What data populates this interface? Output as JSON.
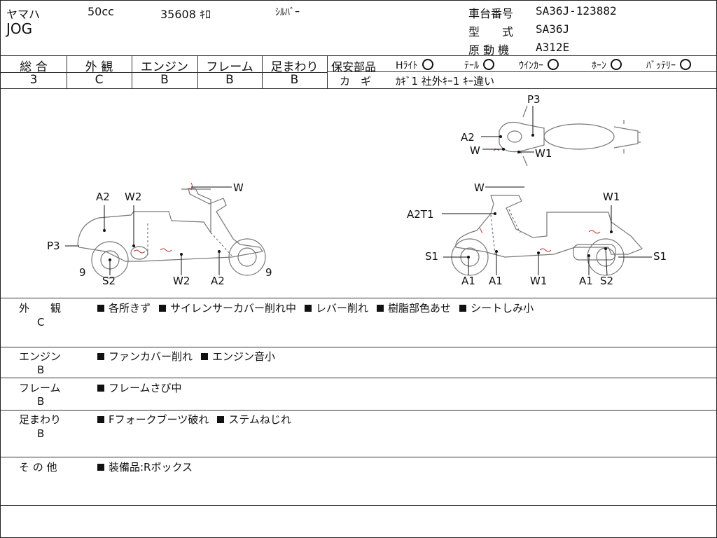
{
  "header": {
    "maker": "ヤマハ",
    "cc": "50cc",
    "mileage": "35608 ｷﾛ",
    "color": "ｼﾙﾊﾞｰ",
    "model": "JOG",
    "frame_no_label": "車台番号",
    "frame_no": "SA36J-123882",
    "type_label": "型　　式",
    "type": "SA36J",
    "engine_label": "原 動 機",
    "engine": "A312E"
  },
  "grades": {
    "overall_label": "総 合",
    "overall": "3",
    "exterior_label": "外 観",
    "exterior": "C",
    "engine_label": "エンジン",
    "engine": "B",
    "frame_label": "フレーム",
    "frame": "B",
    "suspension_label": "足まわり",
    "suspension": "B"
  },
  "safety": {
    "label": "保安部品",
    "items": [
      "Hﾗｲﾄ",
      "ﾃｰﾙ",
      "ｳｲﾝｶｰ",
      "ﾎｰﾝ",
      "ﾊﾞｯﾃﾘｰ"
    ]
  },
  "keys": {
    "label": "カ　ギ",
    "value": "ｶｷﾞ1 社外ｷｰ1 ｷｰ違い"
  },
  "diagram": {
    "left": {
      "A2": "A2",
      "W2": "W2",
      "W": "W",
      "P3": "P3",
      "n9a": "9",
      "S2": "S2",
      "W2b": "W2",
      "A2b": "A2",
      "n9b": "9"
    },
    "right": {
      "W": "W",
      "W1": "W1",
      "A2T1": "A2T1",
      "S1": "S1",
      "S1b": "S1",
      "A1": "A1",
      "A1b": "A1",
      "W1b": "W1",
      "A1c": "A1",
      "S2": "S2"
    },
    "top": {
      "P3": "P3",
      "A2": "A2",
      "W": "W",
      "W1": "W1"
    }
  },
  "details": [
    {
      "label": "外　　観",
      "grade": "C",
      "items": [
        "各所きず",
        "サイレンサーカバー削れ中",
        "レバー削れ",
        "樹脂部色あせ",
        "シートしみ小"
      ]
    },
    {
      "label": "エンジン",
      "grade": "B",
      "items": [
        "ファンカバー削れ",
        "エンジン音小"
      ]
    },
    {
      "label": "フレーム",
      "grade": "B",
      "items": [
        "フレームさび中"
      ]
    },
    {
      "label": "足まわり",
      "grade": "B",
      "items": [
        "Fフォークブーツ破れ",
        "ステムねじれ"
      ]
    },
    {
      "label": "そ の 他",
      "grade": "",
      "items": [
        "装備品:Rボックス"
      ]
    }
  ]
}
